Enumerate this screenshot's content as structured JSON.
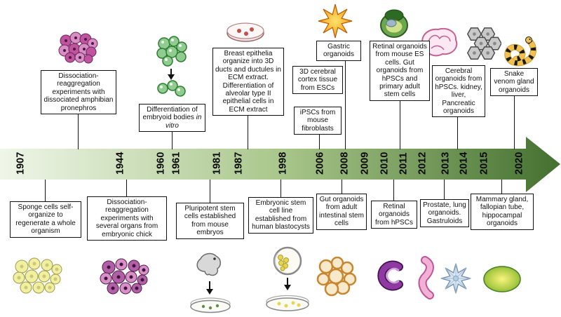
{
  "timeline": {
    "years": [
      "1907",
      "1944",
      "1960",
      "1961",
      "1981",
      "1987",
      "1998",
      "2006",
      "2008",
      "2009",
      "2010",
      "2011",
      "2012",
      "2013",
      "2014",
      "2015",
      "2020"
    ],
    "arrow_colors": {
      "start": "#eff6e8",
      "mid": "#a9c78b",
      "end": "#44702f"
    }
  },
  "above": [
    {
      "text": "Dissociation-reaggregation experiments with dissociated amphibian pronephros"
    },
    {
      "text": "Differentiation of embryoid bodies",
      "text_italic": "in vitro"
    },
    {
      "text": "Breast epithelia organize into 3D ducts and ductules in ECM extract. Differentiation of alveolar type II epithelial cells in ECM extract"
    },
    {
      "text": "3D cerebral cortex tissue from ESCs"
    },
    {
      "text": "iPSCs from mouse fibroblasts"
    },
    {
      "text": "Gastric organoids"
    },
    {
      "text": "Retinal organoids from mouse ES cells. Gut organoids from hPSCs and primary adult stem cells"
    },
    {
      "text": "Cerebral organoids from hPSCs. kidney, liver, Pancreatic organoids"
    },
    {
      "text": "Snake venom gland organoids"
    }
  ],
  "below": [
    {
      "text": "Sponge cells self-organize to regenerate a whole organism"
    },
    {
      "text": "Dissociation-reaggregation experiments with several organs from embryonic chick"
    },
    {
      "text": "Pluripotent stem cells established from mouse embryos"
    },
    {
      "text": "Embryonic stem cell line established from human blastocysts"
    },
    {
      "text": "Gut organoids from adult intestinal stem cells"
    },
    {
      "text": "Retinal organoids from hPSCs"
    },
    {
      "text": "Prostate, lung organoids. Gastruloids"
    },
    {
      "text": "Mammary gland, fallopian tube, hippocampal organoids"
    }
  ],
  "icons": {
    "amphibian-cell-cluster-icon": "cluster of magenta cells",
    "embryoid-bodies-icon": "green cell cluster with arrow to cells",
    "petri-dish-icon": "petri dish with colonies",
    "gastric-organoid-icon": "orange starburst organoid",
    "retinal-cup-icon": "green optic-cup organoid",
    "cerebral-organoid-icon": "pink brain outline",
    "hexagon-cluster-icon": "grey hexagonal tissue cluster",
    "snake-icon": "coiled banded snake",
    "sponge-cell-cluster-icon": "yellow cell cluster",
    "chick-cell-cluster-icon": "purple cell cluster",
    "mouse-embryo-to-dish-icon": "embryo with arrow to petri dish",
    "blastocyst-to-dish-icon": "blastocyst with arrow to petri dish",
    "gut-organoid-icon": "budding orange organoid",
    "retinal-organoid-icon": "purple C-shaped organoid",
    "prostate-lung-organoid-icon": "pink tubular organoid",
    "gastruloid-icon": "blue star-shaped gastruloid",
    "hippocampal-organoid-icon": "glowing green spheroid"
  }
}
